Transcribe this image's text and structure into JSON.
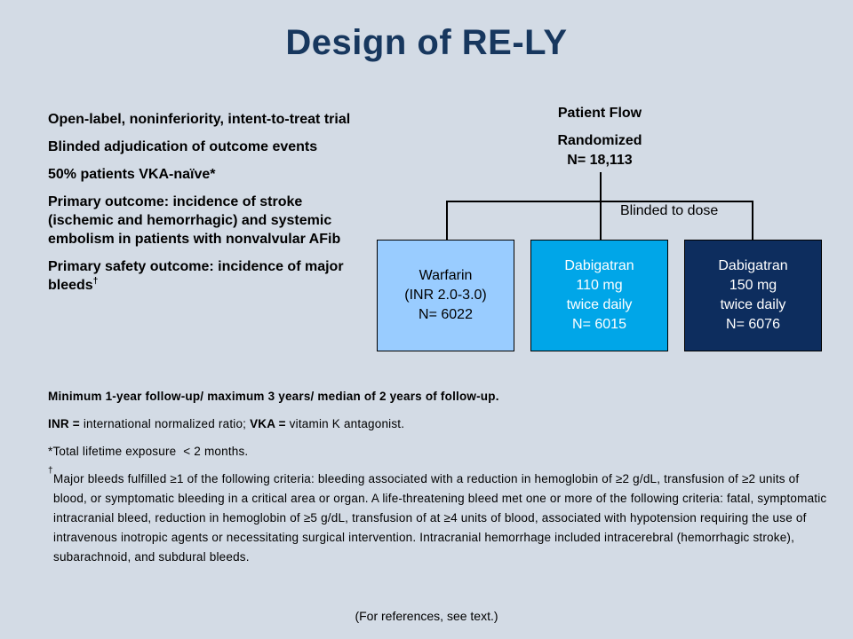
{
  "title": "Design of RE-LY",
  "bullets": [
    {
      "text": "Open-label, noninferiority, intent-to-treat trial"
    },
    {
      "text": "Blinded adjudication of outcome events"
    },
    {
      "text": "50% patients VKA-naïve*"
    },
    {
      "text": "Primary outcome: incidence of stroke (ischemic and hemorrhagic) and systemic embolism in patients with nonvalvular AFib"
    },
    {
      "text": "Primary safety outcome: incidence of major bleeds",
      "sup": "†"
    }
  ],
  "flow": {
    "header": "Patient Flow",
    "randomized_label": "Randomized",
    "randomized_n": "N= 18,113",
    "blinded_label": "Blinded to dose",
    "arms": [
      {
        "lines": [
          "Warfarin",
          "(INR 2.0-3.0)",
          "N= 6022"
        ],
        "color": "#99ccff"
      },
      {
        "lines": [
          "Dabigatran",
          "110 mg",
          "twice daily",
          "N= 6015"
        ],
        "color": "#00a6e8"
      },
      {
        "lines": [
          "Dabigatran",
          "150 mg",
          "twice daily",
          "N= 6076"
        ],
        "color": "#0d2d5e"
      }
    ]
  },
  "notes": {
    "followup": "Minimum 1-year follow-up/ maximum 3 years/ median of 2 years of follow-up.",
    "abbrev_inr_term": "INR =",
    "abbrev_inr_def": " international normalized ratio; ",
    "abbrev_vka_term": "VKA =",
    "abbrev_vka_def": " vitamin K antagonist.",
    "exposure": "*Total lifetime exposure  < 2 months.",
    "dagger": "†",
    "major_bleeds": "Major bleeds fulfilled ≥1 of the following criteria: bleeding associated with a reduction in hemoglobin of ≥2 g/dL, transfusion of ≥2 units of blood, or symptomatic bleeding in a critical area or organ. A life-threatening bleed met one or more of the following criteria: fatal, symptomatic intracranial bleed, reduction in hemoglobin of ≥5 g/dL, transfusion of at ≥4 units of blood, associated with hypotension requiring the use of intravenous inotropic agents or necessitating surgical intervention. Intracranial hemorrhage included intracerebral (hemorrhagic stroke), subarachnoid, and subdural bleeds."
  },
  "reference": "(For references, see text.)",
  "colors": {
    "title": "#17375e",
    "background": "#d3dbe5"
  }
}
